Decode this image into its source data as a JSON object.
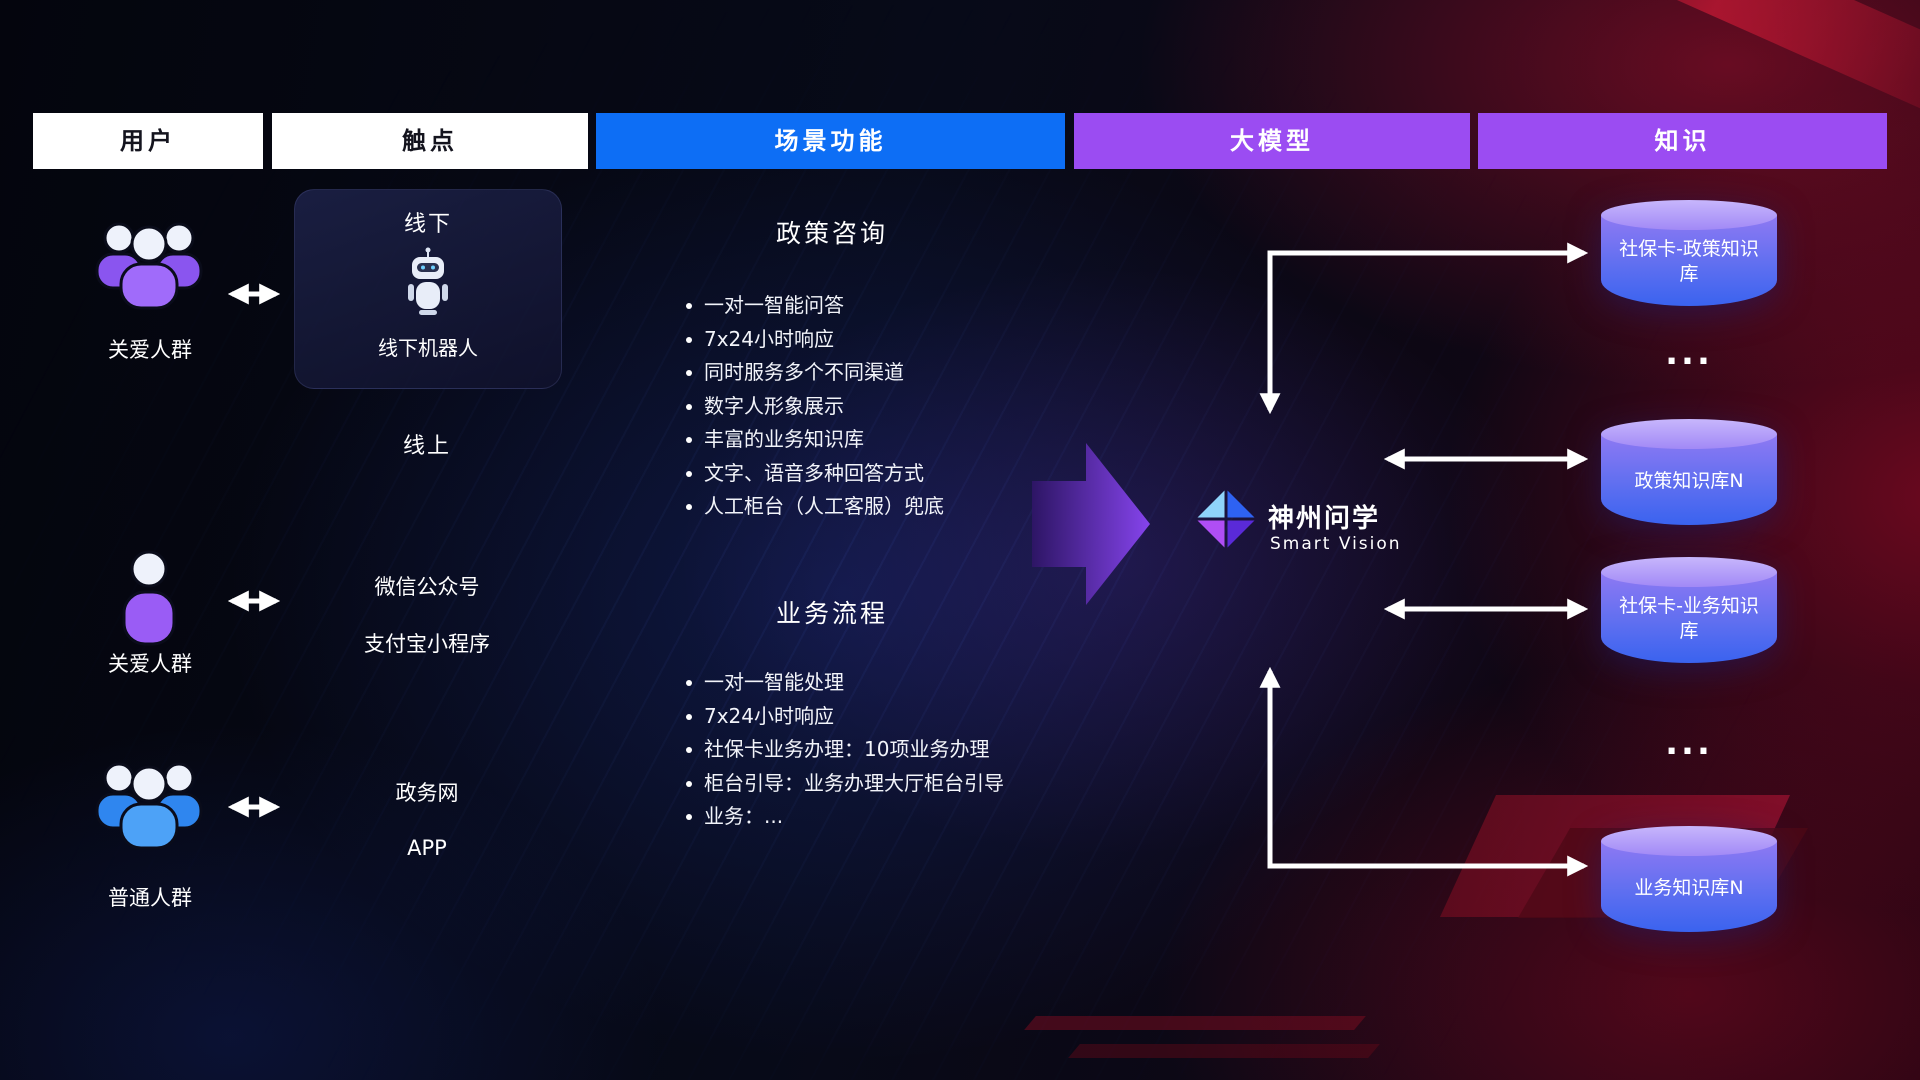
{
  "colors": {
    "header_light_bg": "#ffffff",
    "header_scene_bg": "#0d6ef5",
    "header_model_bg": "#9b4cf2",
    "cylinder_top": "#b7a6fa",
    "cylinder_body_top": "#8f79f3",
    "cylinder_body_bottom": "#3a63ef",
    "big_arrow_gradient_start": "#2e1566",
    "big_arrow_gradient_end": "#8b46f5",
    "arrow_color": "#ffffff"
  },
  "header": {
    "columns": [
      {
        "label": "用户"
      },
      {
        "label": "触点"
      },
      {
        "label": "场景功能"
      },
      {
        "label": "大模型"
      },
      {
        "label": "知识"
      }
    ]
  },
  "users": [
    {
      "label": "关爱人群"
    },
    {
      "label": "关爱人群"
    },
    {
      "label": "普通人群"
    }
  ],
  "touchpoints": {
    "offline_title": "线下",
    "offline_robot_label": "线下机器人",
    "online_title": "线上",
    "wechat": "微信公众号",
    "alipay": "支付宝小程序",
    "gov": "政务网",
    "app": "APP"
  },
  "scenarios": [
    {
      "title": "政策咨询",
      "items": [
        "一对一智能问答",
        "7x24小时响应",
        "同时服务多个不同渠道",
        "数字人形象展示",
        "丰富的业务知识库",
        "文字、语音多种回答方式",
        "人工柜台（人工客服）兜底"
      ]
    },
    {
      "title": "业务流程",
      "items": [
        "一对一智能处理",
        "7x24小时响应",
        "社保卡业务办理：10项业务办理",
        "柜台引导：业务办理大厅柜台引导",
        "业务：..."
      ]
    }
  ],
  "model": {
    "name": "神州问学",
    "subtitle": "Smart Vision"
  },
  "knowledge": {
    "db1": "社保卡-政策知识库",
    "ellipsis1": "...",
    "db2": "政策知识库N",
    "db3": "社保卡-业务知识库",
    "ellipsis2": "...",
    "db4": "业务知识库N"
  }
}
